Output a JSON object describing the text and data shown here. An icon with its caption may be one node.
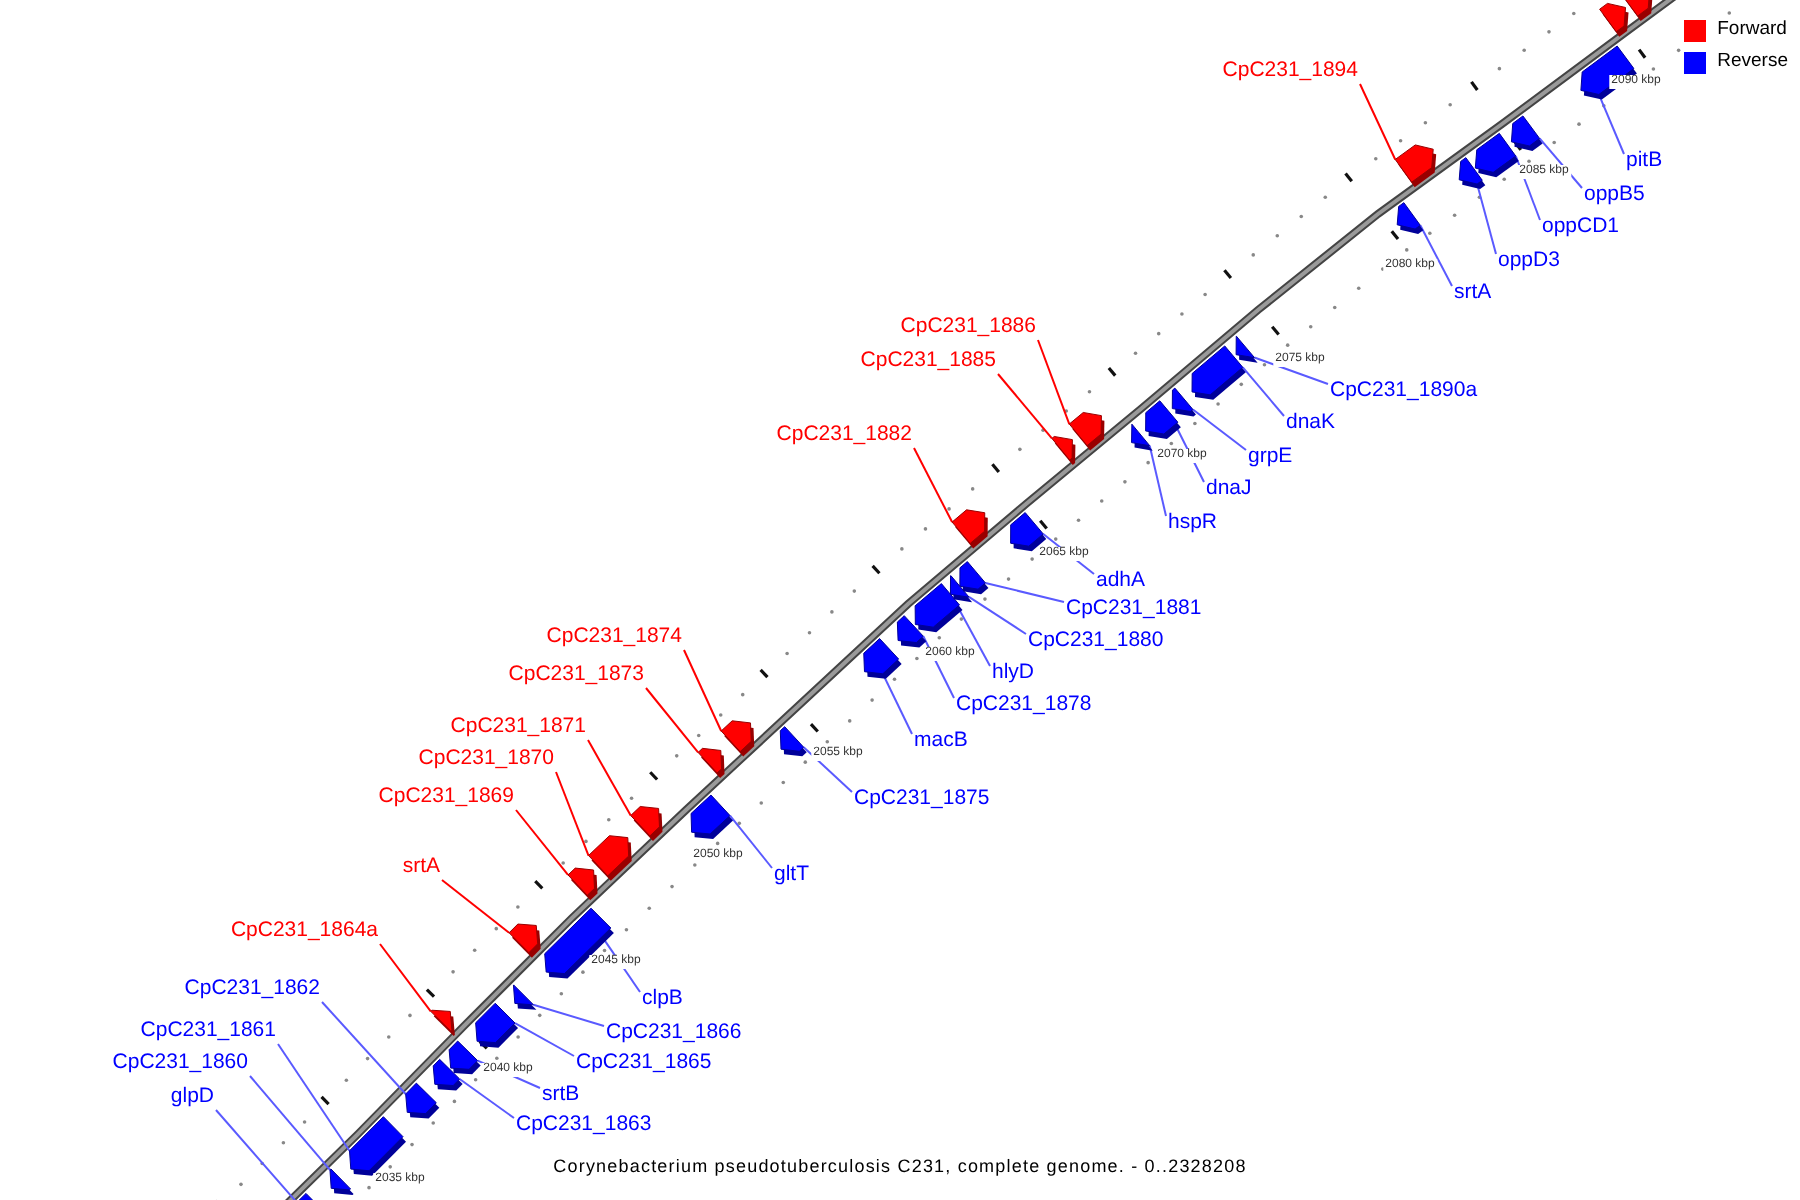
{
  "diagram": {
    "caption": "Corynebacterium pseudotuberculosis C231, complete genome. - 0..2328208",
    "nodes": [
      {
        "text": [
          "glpD"
        ]
      },
      {
        "text": [],
        "shape": "box"
      },
      {
        "text": [
          "CpC231_1860"
        ]
      },
      {
        "text": [],
        "shape": "box"
      },
      {
        "text": [
          "CpC231_1861"
        ]
      },
      {
        "text": [],
        "shape": "box"
      },
      {
        "text": [
          "CpC231_1862"
        ]
      },
      {
        "text": [],
        "shape": "box"
      },
      {
        "text": [
          "CpC231_1863"
        ]
      },
      {
        "text": [],
        "shape": "box"
      },
      {
        "text": [
          "srtB"
        ]
      },
      {
        "text": [],
        "shape": "box"
      },
      {
        "text": [
          "CpC231_1864a"
        ]
      },
      {
        "text": [],
        "shape": "box"
      },
      {
        "text": [
          "CpC231_1865"
        ]
      },
      {
        "text": [],
        "shape": "box"
      },
      {
        "text": [
          "CpC231_1866"
        ]
      },
      {
        "text": [],
        "shape": "box"
      },
      {
        "text": [
          "srtA"
        ]
      },
      {
        "text": [],
        "shape": "box"
      },
      {
        "text": [
          "clpB"
        ]
      },
      {
        "text": [],
        "shape": "box"
      },
      {
        "text": [
          "CpC231_1869"
        ]
      },
      {
        "text": [],
        "shape": "box"
      },
      {
        "text": [
          "CpC231_1870"
        ]
      },
      {
        "text": [],
        "shape": "box"
      },
      {
        "text": [
          "CpC231_1871"
        ]
      },
      {
        "text": [],
        "shape": "box"
      },
      {
        "text": [
          "gltT"
        ]
      },
      {
        "text": [],
        "shape": "box"
      },
      {
        "text": [
          "CpC231_1873"
        ]
      },
      {
        "text": [],
        "shape": "box"
      },
      {
        "text": [
          "CpC231_1874"
        ]
      },
      {
        "text": [],
        "shape": "box"
      },
      {
        "text": [
          "CpC231_1875"
        ]
      },
      {
        "text": [],
        "shape": "box"
      },
      {
        "text": [
          "macB"
        ]
      },
      {
        "text": [],
        "shape": "box"
      },
      {
        "text": [
          "CpC231_1878"
        ]
      },
      {
        "text": [],
        "shape": "box"
      },
      {
        "text": [
          "hlyD"
        ]
      },
      {
        "text": [],
        "shape": "box"
      },
      {
        "text": [
          "CpC231_1880"
        ]
      },
      {
        "text": [],
        "shape": "box"
      },
      {
        "text": [
          "CpC231_1881"
        ]
      },
      {
        "text": [],
        "shape": "box"
      },
      {
        "text": [
          "CpC231_1882"
        ]
      },
      {
        "text": [],
        "shape": "box"
      },
      {
        "text": [
          "adhA"
        ]
      },
      {
        "text": [],
        "shape": "box"
      },
      {
        "text": [
          "CpC231_1885"
        ]
      },
      {
        "text": [],
        "shape": "box"
      },
      {
        "text": [
          "CpC231_1886"
        ]
      },
      {
        "text": [],
        "shape": "box"
      },
      {
        "text": [
          "hspR"
        ]
      },
      {
        "text": [],
        "shape": "box"
      },
      {
        "text": [
          "dnaJ"
        ]
      },
      {
        "text": [],
        "shape": "box"
      },
      {
        "text": [
          "grpE"
        ]
      },
      {
        "text": [],
        "shape": "box"
      },
      {
        "text": [
          "dnaK"
        ]
      },
      {
        "text": [],
        "shape": "box"
      },
      {
        "text": [
          "CpC231_1890a"
        ]
      },
      {
        "text": [],
        "shape": "box"
      },
      {
        "text": [
          "srtA"
        ]
      },
      {
        "text": [],
        "shape": "box"
      },
      {
        "text": [
          "CpC231_1894"
        ]
      },
      {
        "text": [],
        "shape": "box"
      },
      {
        "text": [
          "oppD3"
        ]
      },
      {
        "text": [],
        "shape": "box"
      },
      {
        "text": [
          "oppCD1"
        ]
      },
      {
        "text": [],
        "shape": "box"
      },
      {
        "text": [
          "oppB5"
        ]
      },
      {
        "text": [],
        "shape": "box"
      },
      {
        "text": [
          "pitB"
        ]
      },
      {
        "text": [],
        "shape": "box"
      },
      {
        "text": [],
        "shape": "box"
      },
      {
        "text": [],
        "shape": "box"
      }
    ],
    "edges": [
      {
        "from": 0,
        "to": 1,
        "arrow": "none"
      },
      {
        "from": 2,
        "to": 3,
        "arrow": "none"
      },
      {
        "from": 4,
        "to": 5,
        "arrow": "none"
      },
      {
        "from": 6,
        "to": 7,
        "arrow": "none"
      },
      {
        "from": 8,
        "to": 9,
        "arrow": "none"
      },
      {
        "from": 10,
        "to": 11,
        "arrow": "none"
      },
      {
        "from": 12,
        "to": 13,
        "arrow": "none",
        "color": "#ff0000"
      },
      {
        "from": 14,
        "to": 15,
        "arrow": "none"
      },
      {
        "from": 16,
        "to": 17,
        "arrow": "none"
      },
      {
        "from": 18,
        "to": 19,
        "arrow": "none",
        "color": "#ff0000"
      },
      {
        "from": 20,
        "to": 21,
        "arrow": "none"
      },
      {
        "from": 22,
        "to": 23,
        "arrow": "none",
        "color": "#ff0000"
      },
      {
        "from": 24,
        "to": 25,
        "arrow": "none",
        "color": "#ff0000"
      },
      {
        "from": 26,
        "to": 27,
        "arrow": "none",
        "color": "#ff0000"
      },
      {
        "from": 28,
        "to": 29,
        "arrow": "none"
      },
      {
        "from": 30,
        "to": 31,
        "arrow": "none",
        "color": "#ff0000"
      },
      {
        "from": 32,
        "to": 33,
        "arrow": "none",
        "color": "#ff0000"
      },
      {
        "from": 34,
        "to": 35,
        "arrow": "none"
      },
      {
        "from": 36,
        "to": 37,
        "arrow": "none"
      },
      {
        "from": 38,
        "to": 39,
        "arrow": "none"
      },
      {
        "from": 40,
        "to": 41,
        "arrow": "none"
      },
      {
        "from": 42,
        "to": 43,
        "arrow": "none"
      },
      {
        "from": 44,
        "to": 45,
        "arrow": "none"
      },
      {
        "from": 46,
        "to": 47,
        "arrow": "none",
        "color": "#ff0000"
      },
      {
        "from": 48,
        "to": 49,
        "arrow": "none"
      },
      {
        "from": 50,
        "to": 51,
        "arrow": "none",
        "color": "#ff0000"
      },
      {
        "from": 52,
        "to": 53,
        "arrow": "none",
        "color": "#ff0000"
      },
      {
        "from": 54,
        "to": 55,
        "arrow": "none"
      },
      {
        "from": 56,
        "to": 57,
        "arrow": "none"
      },
      {
        "from": 58,
        "to": 59,
        "arrow": "none"
      },
      {
        "from": 60,
        "to": 61,
        "arrow": "none"
      },
      {
        "from": 62,
        "to": 63,
        "arrow": "none"
      },
      {
        "from": 64,
        "to": 65,
        "arrow": "none"
      },
      {
        "from": 66,
        "to": 67,
        "arrow": "none",
        "color": "#ff0000"
      },
      {
        "from": 68,
        "to": 69,
        "arrow": "none"
      },
      {
        "from": 70,
        "to": 71,
        "arrow": "none"
      },
      {
        "from": 72,
        "to": 73,
        "arrow": "none"
      },
      {
        "from": 74,
        "to": 75,
        "arrow": "none"
      }
    ],
    "labels": [
      "2035 kbp",
      "2040 kbp",
      "2045 kbp",
      "2050 kbp",
      "2055 kbp",
      "2060 kbp",
      "2065 kbp",
      "2070 kbp",
      "2075 kbp",
      "2080 kbp",
      "2085 kbp",
      "2090 kbp"
    ],
    "legend": [
      {
        "text": "Forward",
        "color": "#ff0000"
      },
      {
        "text": "Reverse",
        "color": "#0000ff"
      }
    ]
  }
}
